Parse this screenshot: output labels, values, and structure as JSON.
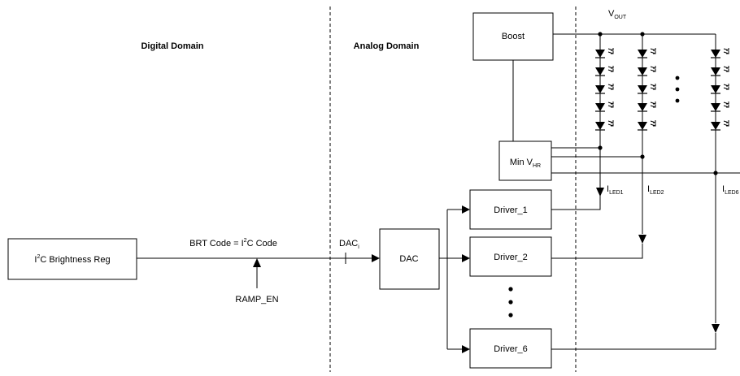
{
  "domains": {
    "digital": "Digital Domain",
    "analog": "Analog Domain"
  },
  "blocks": {
    "brightness_reg": {
      "pre": "I",
      "sup": "2",
      "post": "C Brightness Reg"
    },
    "dac": "DAC",
    "boost": "Boost",
    "min_vhr": {
      "main": "Min V",
      "sub": "HR"
    },
    "driver_1": "Driver_1",
    "driver_2": "Driver_2",
    "driver_6": "Driver_6"
  },
  "signals": {
    "brt_code": {
      "pre": "BRT Code = I",
      "sup": "2",
      "post": "C Code"
    },
    "ramp_en": "RAMP_EN",
    "dac_in": {
      "main": "DAC",
      "sub": "i"
    },
    "vout": {
      "main": "V",
      "sub": "OUT"
    },
    "iled1": {
      "main": "I",
      "sub": "LED1"
    },
    "iled2": {
      "main": "I",
      "sub": "LED2"
    },
    "iled6": {
      "main": "I",
      "sub": "LED6"
    }
  }
}
